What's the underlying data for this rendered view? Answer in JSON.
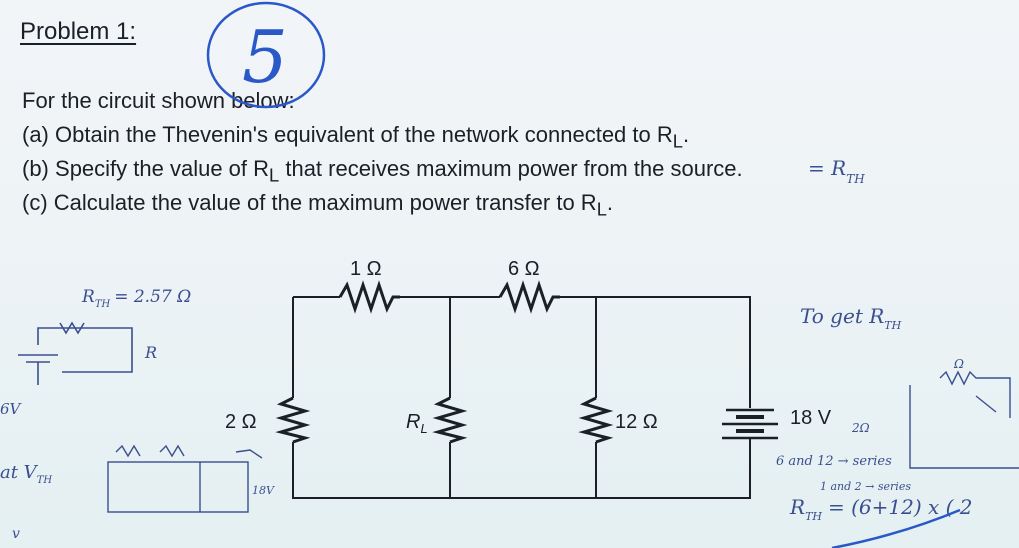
{
  "problem": {
    "title": "Problem 1:",
    "intro": "For the circuit shown below:",
    "parts": [
      {
        "letter": "(a)",
        "text": "Obtain the Thevenin's equivalent of the network connected to R",
        "sub": "L",
        "end": "."
      },
      {
        "letter": "(b)",
        "text": "Specify the value of R",
        "sub": "L",
        "end": " that receives maximum power from the source."
      },
      {
        "letter": "(c)",
        "text": "Calculate the value of the maximum power transfer to R",
        "sub": "L",
        "end": "."
      }
    ]
  },
  "circuit": {
    "r1_label": "1 Ω",
    "r2_label": "6 Ω",
    "r3_label": "2 Ω",
    "rl_label": "R",
    "rl_sub": "L",
    "r4_label": "12 Ω",
    "source_label": "18 V"
  },
  "annotations": {
    "score": "5",
    "rth_note": "= R",
    "rth_sub": "TH",
    "rth_value": "R",
    "rth_value_sub": "TH",
    "rth_value_rest": "= 2.57 Ω",
    "to_get": "To get R",
    "to_get_sub": "TH",
    "series_note": "6 and 12 → series",
    "parallel_note": "1 and 2 → series",
    "formula": "R",
    "formula_sub": "TH",
    "formula_rest": "= (6+12) x ( 2",
    "left_6v": "6V",
    "vth_note": "at V",
    "vth_sub": "TH",
    "left_18v": "18V",
    "ohm_label": "Ω",
    "two_ohm": "2Ω",
    "v_mark": "v"
  },
  "colors": {
    "ink": "#1b1f27",
    "pencil": "#3a4f8f",
    "pen_blue": "#2b58c8"
  }
}
